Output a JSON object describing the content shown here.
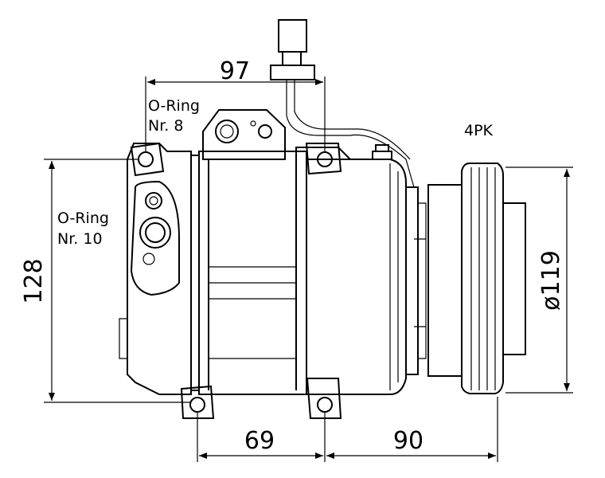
{
  "title": "AC compressor dimension drawing",
  "labels": {
    "dim_top": "97",
    "oring_top_line1": "O-Ring",
    "oring_top_line2": "Nr. 8",
    "pulley_type": "4PK",
    "oring_left_line1": "O-Ring",
    "oring_left_line2": "Nr. 10",
    "dim_height": "128",
    "dim_pulley_diameter": "ø119",
    "dim_bottom_left": "69",
    "dim_bottom_right": "90"
  },
  "colors": {
    "line": "#000000",
    "background": "#ffffff"
  }
}
